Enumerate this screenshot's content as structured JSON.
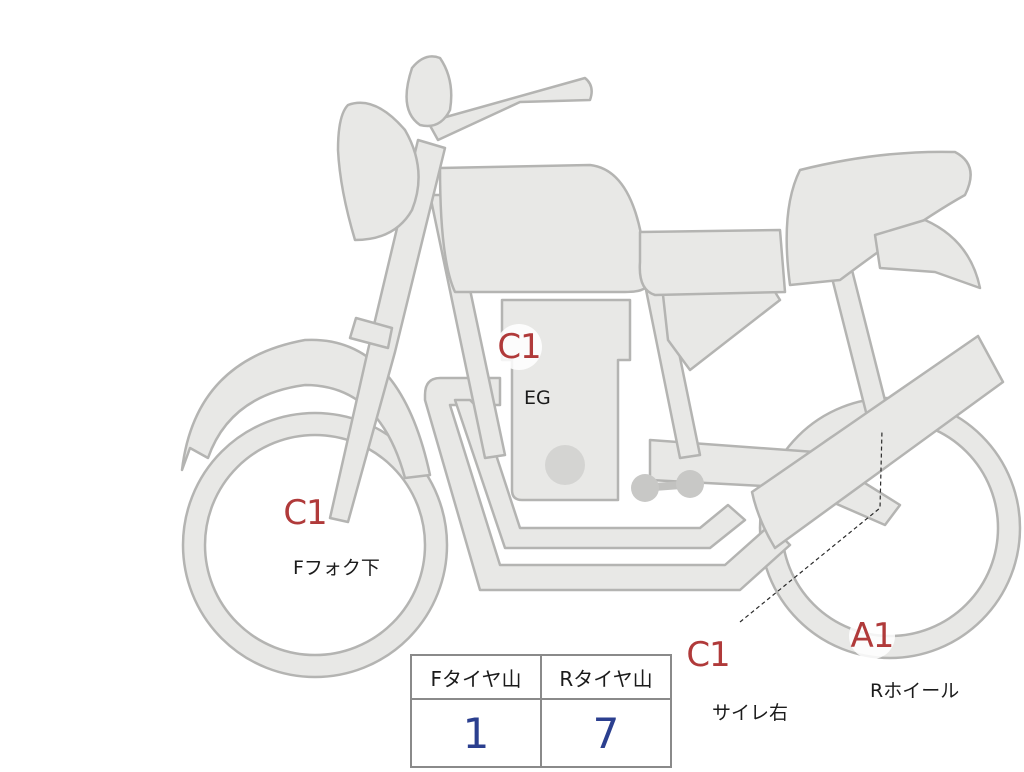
{
  "colors": {
    "grade_text": "#b03a3a",
    "value_text": "#2b3f8f",
    "bike_fill": "#e8e8e6",
    "bike_outline": "#b4b4b2"
  },
  "markers": [
    {
      "id": "fork",
      "grade": "C1",
      "label": "Fフォク下"
    },
    {
      "id": "engine",
      "grade": "C1",
      "label": "EG"
    },
    {
      "id": "muffler",
      "grade": "C1",
      "label": "サイレ右"
    },
    {
      "id": "rear-wheel",
      "grade": "A1",
      "label": "Rホイール"
    }
  ],
  "tread_table": {
    "headers": [
      "Fタイヤ山",
      "Rタイヤ山"
    ],
    "values": [
      "1",
      "7"
    ]
  }
}
